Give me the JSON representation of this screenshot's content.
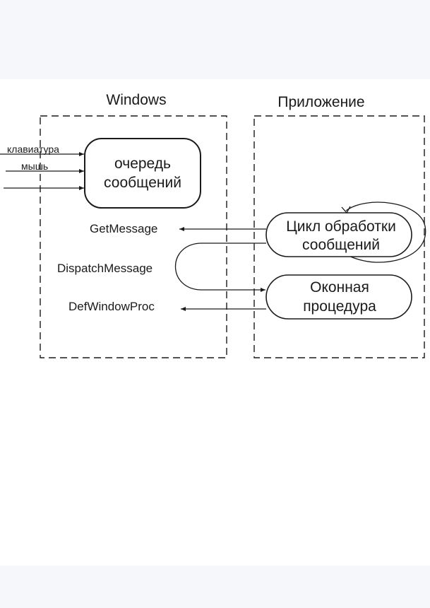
{
  "regions": {
    "windows_title": "Windows",
    "app_title": "Приложение"
  },
  "inputs": {
    "keyboard": "клавиатура",
    "mouse": "мышь"
  },
  "nodes": {
    "queue": [
      "очередь",
      "сообщений"
    ],
    "loop": [
      "Цикл обработки",
      "сообщений"
    ],
    "winproc": [
      "Оконная",
      "процедура"
    ]
  },
  "calls": {
    "get_message": "GetMessage",
    "dispatch_message": "DispatchMessage",
    "def_window_proc": "DefWindowProc"
  }
}
